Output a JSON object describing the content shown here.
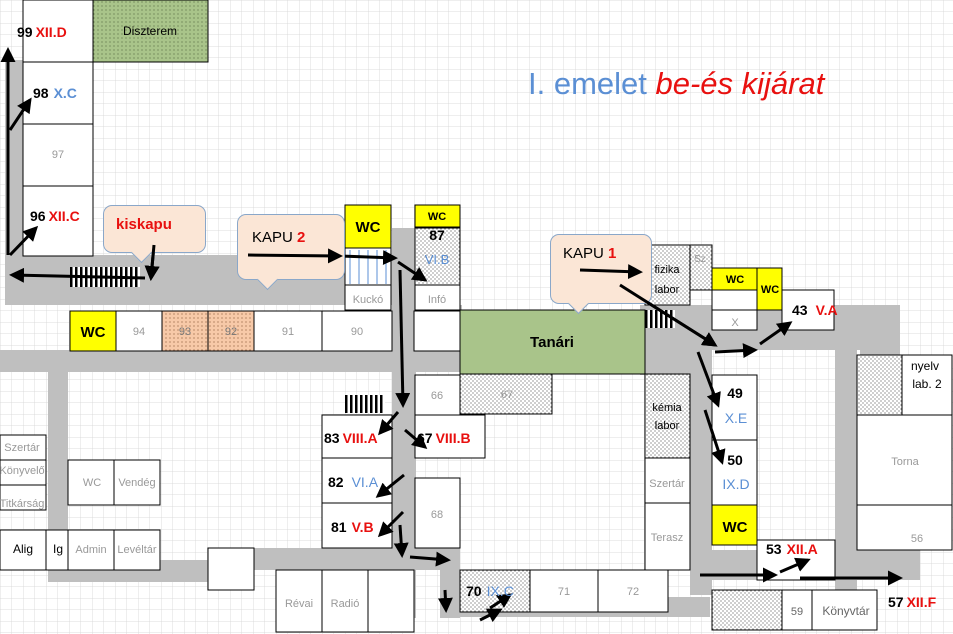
{
  "title": {
    "part1": "I. emelet ",
    "part2": "be-és kijárat"
  },
  "callouts": {
    "kiskapu": "kiskapu",
    "kapu2_text": "KAPU ",
    "kapu2_num": "2",
    "kapu1_text": "KAPU ",
    "kapu1_num": "1"
  },
  "rooms": {
    "r99": "99",
    "r99c": "XII.D",
    "diszterem": "Diszterem",
    "r98": "98",
    "r98c": "X.C",
    "r97": "97",
    "r96": "96",
    "r96c": "XII.C",
    "wc_left": "WC",
    "r94": "94",
    "r93": "93",
    "r92": "92",
    "r91": "91",
    "r90": "90",
    "wc_kapu2": "WC",
    "kucko": "Kuckó",
    "wc_small": "WC",
    "r87": "87",
    "r87c": "VI.B",
    "info": "Infó",
    "tanari": "Tanári",
    "fizika1": "fizika",
    "fizika2": "labor",
    "sz": "Sz",
    "wc_a": "WC",
    "wc_b": "WC",
    "x": "X",
    "r43": "43",
    "r43c": "V.A",
    "nyelv1": "nyelv",
    "nyelv2": "lab. 2",
    "r66": "66",
    "r67s": "67",
    "kemia1": "kémia",
    "kemia2": "labor",
    "r49": "49",
    "r49c": "X.E",
    "r50": "50",
    "r50c": "IX.D",
    "torna": "Torna",
    "szertar_l": "Szertár",
    "konyvelo": "Könyvelő",
    "titkarsag": "Titkárság",
    "wc_mid": "WC",
    "vendeg": "Vendég",
    "r83": "83",
    "r83c": "VIII.A",
    "r67": "67",
    "r67c": "VIII.B",
    "r82": "82",
    "r82c": "VI.A",
    "r81": "81",
    "r81c": "V.B",
    "r68": "68",
    "szertar_r": "Szertár",
    "terasz": "Terasz",
    "wc_right": "WC",
    "r53": "53",
    "r53c": "XII.A",
    "r56": "56",
    "alig": "Alig",
    "ig": "Ig",
    "admin": "Admin",
    "leveltar": "Levéltár",
    "revai": "Révai",
    "radio": "Radió",
    "r70": "70",
    "r70c": "IX.C",
    "r71": "71",
    "r72": "72",
    "r59": "59",
    "konyvtar": "Könyvtár",
    "r57": "57",
    "r57c": "XII.F"
  },
  "colors": {
    "corridor": "#bfbfbf",
    "wc": "#ffff00",
    "green": "#a9c48a",
    "orange": "#f7c9a8",
    "red": "#e8100f",
    "blue": "#5b8fd4",
    "grid": "#d4d4d4"
  }
}
